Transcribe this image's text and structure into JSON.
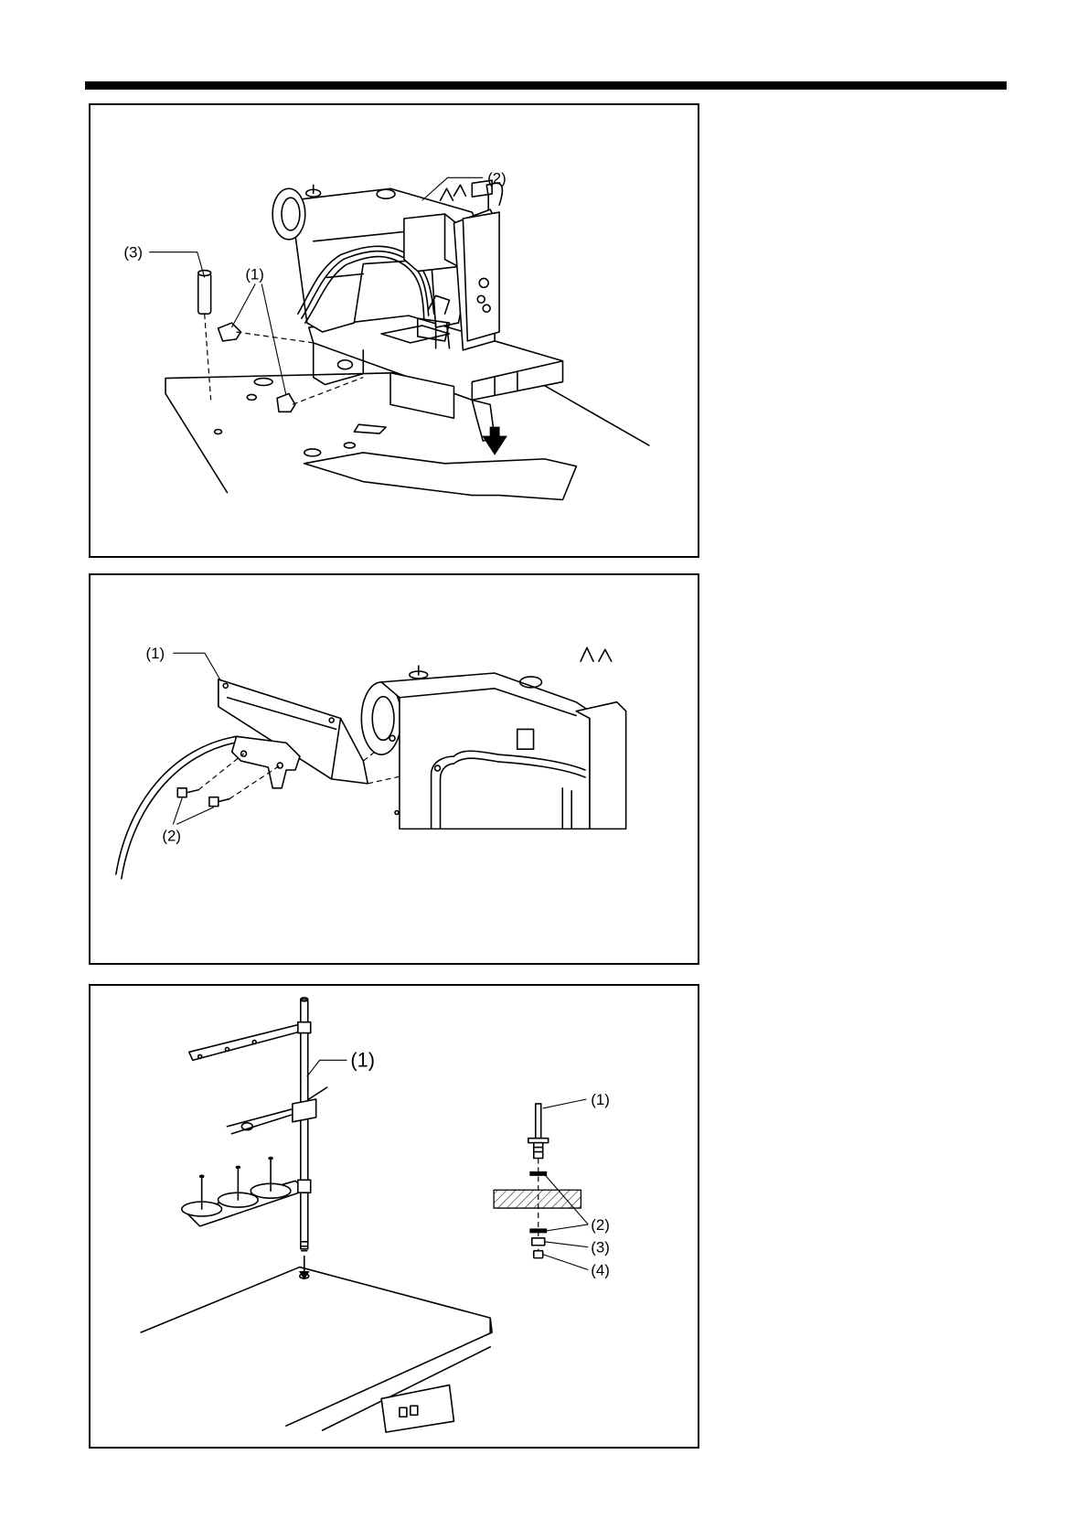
{
  "figure_1": {
    "callouts": {
      "c1": "(1)",
      "c2": "(2)",
      "c3": "(3)"
    }
  },
  "figure_2": {
    "callouts": {
      "c1": "(1)",
      "c2": "(2)"
    }
  },
  "figure_3": {
    "callouts": {
      "main_1": "(1)",
      "detail_1": "(1)",
      "detail_2": "(2)",
      "detail_3": "(3)",
      "detail_4": "(4)"
    }
  }
}
